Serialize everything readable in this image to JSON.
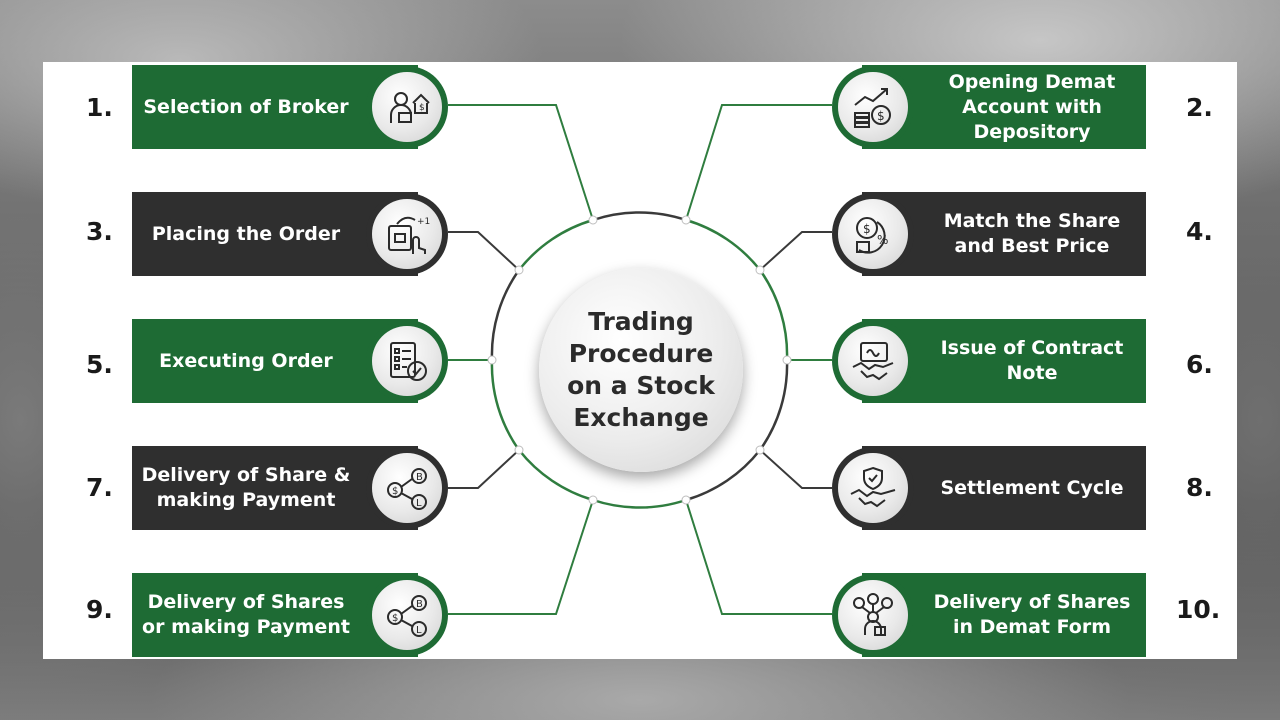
{
  "diagram": {
    "center_title": "Trading Procedure on a Stock Exchange",
    "colors": {
      "green": "#1e6b34",
      "dark": "#2f2f2f",
      "line_green": "#2f7d3f",
      "line_dark": "#3a3a3a"
    },
    "steps": [
      {
        "number": "1.",
        "label": "Selection of Broker",
        "icon": "broker-icon",
        "color": "green"
      },
      {
        "number": "2.",
        "label": "Opening Demat Account with Depository",
        "icon": "money-growth-icon",
        "color": "green"
      },
      {
        "number": "3.",
        "label": "Placing the Order",
        "icon": "order-tap-icon",
        "color": "dark"
      },
      {
        "number": "4.",
        "label": "Match the Share and Best Price",
        "icon": "price-match-icon",
        "color": "dark"
      },
      {
        "number": "5.",
        "label": "Executing Order",
        "icon": "checklist-gear-icon",
        "color": "green"
      },
      {
        "number": "6.",
        "label": "Issue of Contract Note",
        "icon": "contract-handshake-icon",
        "color": "green"
      },
      {
        "number": "7.",
        "label": "Delivery of Share & making Payment",
        "icon": "currency-exchange-icon",
        "color": "dark"
      },
      {
        "number": "8.",
        "label": "Settlement Cycle",
        "icon": "secure-handshake-icon",
        "color": "dark"
      },
      {
        "number": "9.",
        "label": "Delivery of Shares or making Payment",
        "icon": "currency-exchange-icon",
        "color": "green"
      },
      {
        "number": "10.",
        "label": "Delivery of Shares in Demat Form",
        "icon": "distribution-icon",
        "color": "green"
      }
    ]
  }
}
